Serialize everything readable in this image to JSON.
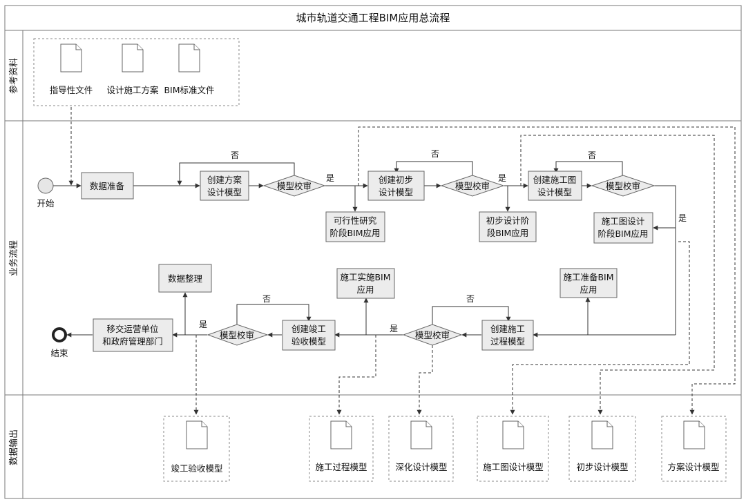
{
  "title": "城市轨道交通工程BIM应用总流程",
  "lanes": {
    "reference": "参考资料",
    "business": "业务流程",
    "output": "数据输出"
  },
  "reference_docs": [
    "指导性文件",
    "设计施工方案",
    "BIM标准文件"
  ],
  "nodes": {
    "start": "开始",
    "end": "结束",
    "data_prep": "数据准备",
    "scheme_model": [
      "创建方案",
      "设计模型"
    ],
    "review": "模型校审",
    "prelim_model": [
      "创建初步",
      "设计模型"
    ],
    "construction_drawing_model": [
      "创建施工图",
      "设计模型"
    ],
    "feasibility_bim": [
      "可行性研究",
      "阶段BIM应用"
    ],
    "prelim_bim": [
      "初步设计阶",
      "段BIM应用"
    ],
    "cd_bim": [
      "施工图设计",
      "阶段BIM应用"
    ],
    "construction_prep_bim": [
      "施工准备BIM",
      "应用"
    ],
    "construction_impl_bim": [
      "施工实施BIM",
      "应用"
    ],
    "process_model": [
      "创建施工",
      "过程模型"
    ],
    "completion_model": [
      "创建竣工",
      "验收模型"
    ],
    "handover": [
      "移交运营单位",
      "和政府管理部门"
    ],
    "data_arrange": "数据整理"
  },
  "edge_labels": {
    "yes": "是",
    "no": "否"
  },
  "output_docs": [
    "竣工验收模型",
    "施工过程模型",
    "深化设计模型",
    "施工图设计模型",
    "初步设计模型",
    "方案设计模型"
  ]
}
